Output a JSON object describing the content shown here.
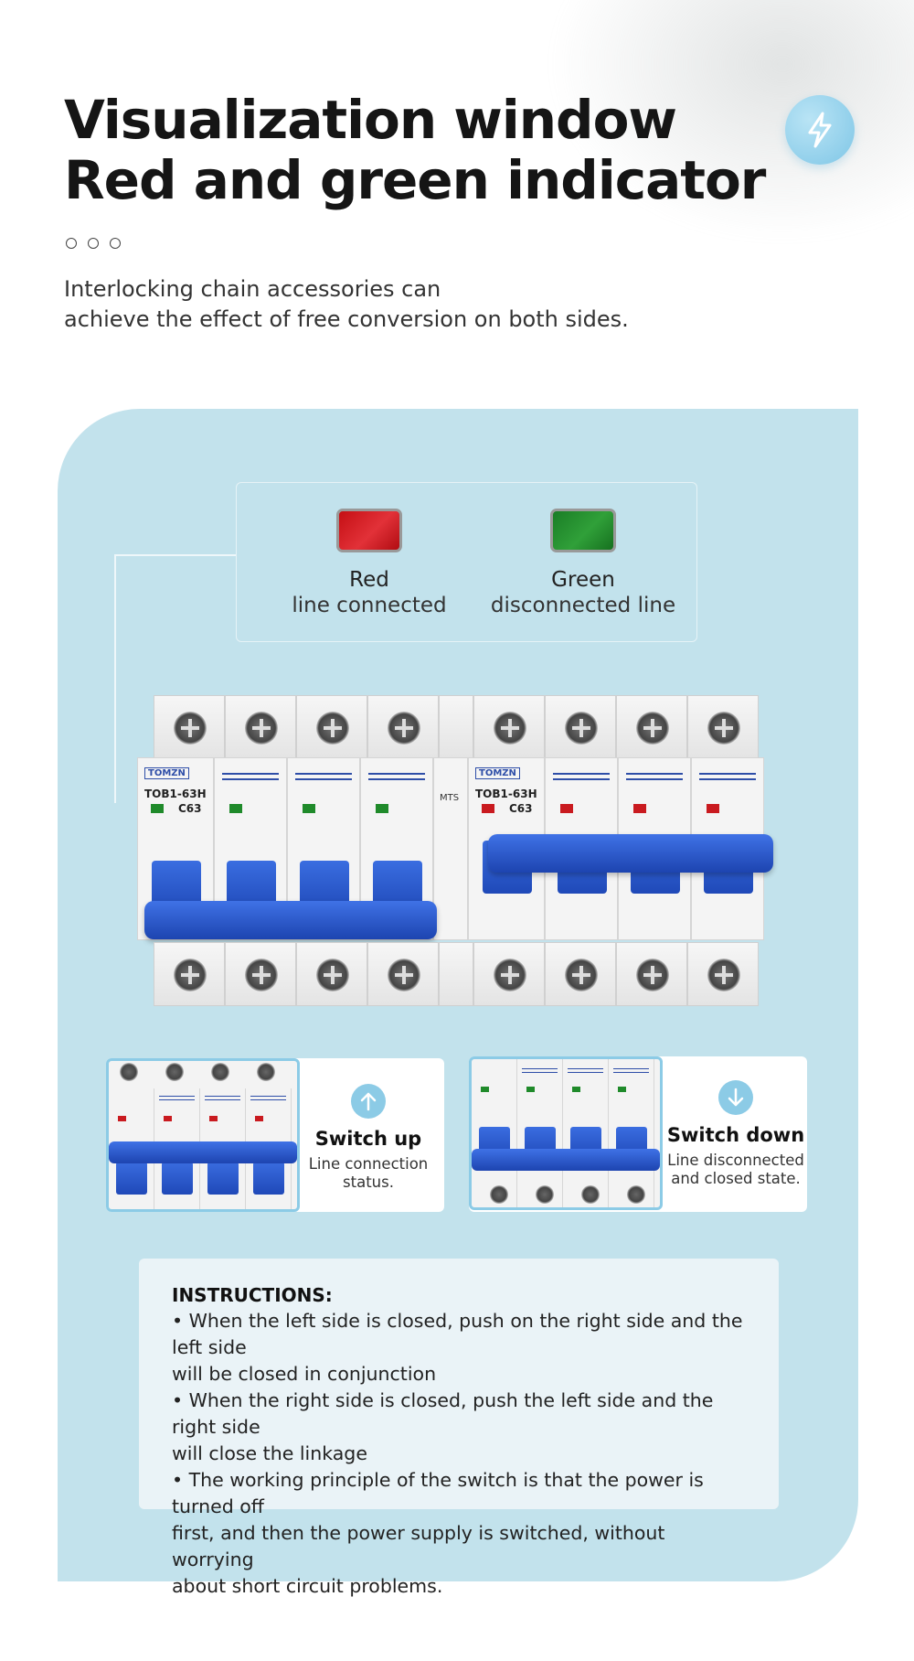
{
  "header": {
    "title_line1": "Visualization window",
    "title_line2": "Red and green indicator",
    "subtitle_line1": "Interlocking chain accessories can",
    "subtitle_line2": "achieve the effect of free conversion on both sides."
  },
  "legend": {
    "items": [
      {
        "label": "Red",
        "desc": "line connected",
        "color": "#d11a20"
      },
      {
        "label": "Green",
        "desc": "disconnected line",
        "color": "#23902d"
      }
    ]
  },
  "breaker": {
    "left_brand": "TOMZN",
    "left_model": "TOB1-63H",
    "left_rating": "C63",
    "mts_label": "MTS",
    "right_brand": "TOMZN",
    "right_model": "TOB1-63H",
    "right_rating": "C63"
  },
  "states": [
    {
      "title": "Switch up",
      "desc": "Line connection status.",
      "icon": "arrow-up-icon"
    },
    {
      "title": "Switch down",
      "desc": "Line disconnected and closed state.",
      "icon": "arrow-down-icon"
    }
  ],
  "instructions": {
    "heading": "INSTRUCTIONS:",
    "lines": [
      "• When the left side is closed, push on the right side and the left side",
      "will be closed in conjunction",
      "• When the right side is closed, push the left side and the right side",
      "will close the linkage",
      "• The working principle of the switch is that the power is turned off",
      "first, and then the power supply is switched, without worrying",
      "about short circuit problems."
    ]
  },
  "colors": {
    "panel_bg": "#c2e2ec",
    "accent_blue": "#2e5fd6",
    "icon_blue": "#8ccbe6"
  }
}
